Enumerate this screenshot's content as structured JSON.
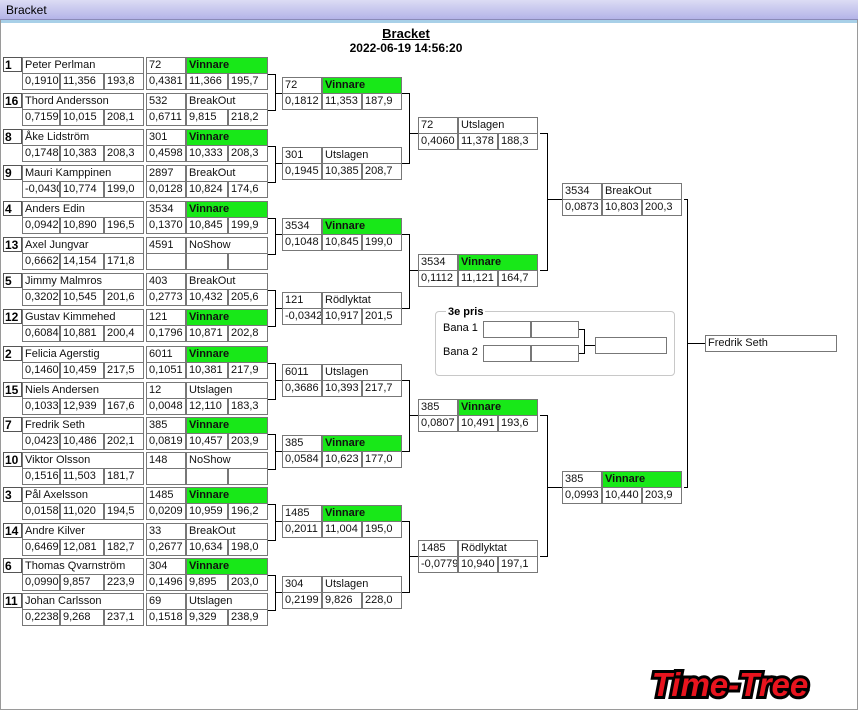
{
  "window": {
    "title": "Bracket"
  },
  "header": {
    "title": "Bracket",
    "datetime": "2022-06-19 14:56:20"
  },
  "round1": [
    {
      "seed": "1",
      "name": "Peter Perlman",
      "stats": [
        "0,1910",
        "11,356",
        "193,8"
      ],
      "res_id": "72",
      "res": "Vinnare",
      "rstats": [
        "0,4381",
        "11,366",
        "195,7"
      ]
    },
    {
      "seed": "16",
      "name": "Thord Andersson",
      "stats": [
        "0,7159",
        "10,015",
        "208,1"
      ],
      "res_id": "532",
      "res": "BreakOut",
      "rstats": [
        "0,6711",
        "9,815",
        "218,2"
      ]
    },
    {
      "seed": "8",
      "name": "Åke Lidström",
      "stats": [
        "0,1748",
        "10,383",
        "208,3"
      ],
      "res_id": "301",
      "res": "Vinnare",
      "rstats": [
        "0,4598",
        "10,333",
        "208,3"
      ]
    },
    {
      "seed": "9",
      "name": "Mauri Kamppinen",
      "stats": [
        "-0,0430",
        "10,774",
        "199,0"
      ],
      "res_id": "2897",
      "res": "BreakOut",
      "rstats": [
        "0,0128",
        "10,824",
        "174,6"
      ]
    },
    {
      "seed": "4",
      "name": "Anders Edin",
      "stats": [
        "0,0942",
        "10,890",
        "196,5"
      ],
      "res_id": "3534",
      "res": "Vinnare",
      "rstats": [
        "0,1370",
        "10,845",
        "199,9"
      ]
    },
    {
      "seed": "13",
      "name": "Axel Jungvar",
      "stats": [
        "0,6662",
        "14,154",
        "171,8"
      ],
      "res_id": "4591",
      "res": "NoShow",
      "rstats": [
        "",
        "",
        ""
      ]
    },
    {
      "seed": "5",
      "name": "Jimmy Malmros",
      "stats": [
        "0,3202",
        "10,545",
        "201,6"
      ],
      "res_id": "403",
      "res": "BreakOut",
      "rstats": [
        "0,2773",
        "10,432",
        "205,6"
      ]
    },
    {
      "seed": "12",
      "name": "Gustav Kimmehed",
      "stats": [
        "0,6084",
        "10,881",
        "200,4"
      ],
      "res_id": "121",
      "res": "Vinnare",
      "rstats": [
        "0,1796",
        "10,871",
        "202,8"
      ]
    },
    {
      "seed": "2",
      "name": "Felicia Agerstig",
      "stats": [
        "0,1460",
        "10,459",
        "217,5"
      ],
      "res_id": "6011",
      "res": "Vinnare",
      "rstats": [
        "0,1051",
        "10,381",
        "217,9"
      ]
    },
    {
      "seed": "15",
      "name": "Niels Andersen",
      "stats": [
        "0,1033",
        "12,939",
        "167,6"
      ],
      "res_id": "12",
      "res": "Utslagen",
      "rstats": [
        "0,0048",
        "12,110",
        "183,3"
      ]
    },
    {
      "seed": "7",
      "name": "Fredrik Seth",
      "stats": [
        "0,0423",
        "10,486",
        "202,1"
      ],
      "res_id": "385",
      "res": "Vinnare",
      "rstats": [
        "0,0819",
        "10,457",
        "203,9"
      ]
    },
    {
      "seed": "10",
      "name": "Viktor Olsson",
      "stats": [
        "0,1516",
        "11,503",
        "181,7"
      ],
      "res_id": "148",
      "res": "NoShow",
      "rstats": [
        "",
        "",
        ""
      ]
    },
    {
      "seed": "3",
      "name": "Pål Axelsson",
      "stats": [
        "0,0158",
        "11,020",
        "194,5"
      ],
      "res_id": "1485",
      "res": "Vinnare",
      "rstats": [
        "0,0209",
        "10,959",
        "196,2"
      ]
    },
    {
      "seed": "14",
      "name": "Andre Kilver",
      "stats": [
        "0,6469",
        "12,081",
        "182,7"
      ],
      "res_id": "33",
      "res": "BreakOut",
      "rstats": [
        "0,2677",
        "10,634",
        "198,0"
      ]
    },
    {
      "seed": "6",
      "name": "Thomas Qvarnström",
      "stats": [
        "0,0990",
        "9,857",
        "223,9"
      ],
      "res_id": "304",
      "res": "Vinnare",
      "rstats": [
        "0,1496",
        "9,895",
        "203,0"
      ]
    },
    {
      "seed": "11",
      "name": "Johan  Carlsson",
      "stats": [
        "0,2238",
        "9,268",
        "237,1"
      ],
      "res_id": "69",
      "res": "Utslagen",
      "rstats": [
        "0,1518",
        "9,329",
        "238,9"
      ]
    }
  ],
  "round2": [
    {
      "id": "72",
      "res": "Vinnare",
      "stats": [
        "0,1812",
        "11,353",
        "187,9"
      ]
    },
    {
      "id": "301",
      "res": "Utslagen",
      "stats": [
        "0,1945",
        "10,385",
        "208,7"
      ]
    },
    {
      "id": "3534",
      "res": "Vinnare",
      "stats": [
        "0,1048",
        "10,845",
        "199,0"
      ]
    },
    {
      "id": "121",
      "res": "Rödlyktat",
      "stats": [
        "-0,0342",
        "10,917",
        "201,5"
      ]
    },
    {
      "id": "6011",
      "res": "Utslagen",
      "stats": [
        "0,3686",
        "10,393",
        "217,7"
      ]
    },
    {
      "id": "385",
      "res": "Vinnare",
      "stats": [
        "0,0584",
        "10,623",
        "177,0"
      ]
    },
    {
      "id": "1485",
      "res": "Vinnare",
      "stats": [
        "0,2011",
        "11,004",
        "195,0"
      ]
    },
    {
      "id": "304",
      "res": "Utslagen",
      "stats": [
        "0,2199",
        "9,826",
        "228,0"
      ]
    }
  ],
  "round3": [
    {
      "id": "72",
      "res": "Utslagen",
      "stats": [
        "0,4060",
        "11,378",
        "188,3"
      ]
    },
    {
      "id": "3534",
      "res": "Vinnare",
      "stats": [
        "0,1112",
        "11,121",
        "164,7"
      ]
    },
    {
      "id": "385",
      "res": "Vinnare",
      "stats": [
        "0,0807",
        "10,491",
        "193,6"
      ]
    },
    {
      "id": "1485",
      "res": "Rödlyktat",
      "stats": [
        "-0,0779",
        "10,940",
        "197,1"
      ]
    }
  ],
  "round4": [
    {
      "id": "3534",
      "res": "BreakOut",
      "stats": [
        "0,0873",
        "10,803",
        "200,3"
      ]
    },
    {
      "id": "385",
      "res": "Vinnare",
      "stats": [
        "0,0993",
        "10,440",
        "203,9"
      ]
    }
  ],
  "final": {
    "winner": "Fredrik Seth"
  },
  "third_place": {
    "title": "3e pris",
    "lane1": "Bana 1",
    "lane2": "Bana 2"
  },
  "logo": {
    "text": "Time-Tree",
    "color": "#e8141e"
  },
  "colors": {
    "winner_bg": "#18e818"
  }
}
